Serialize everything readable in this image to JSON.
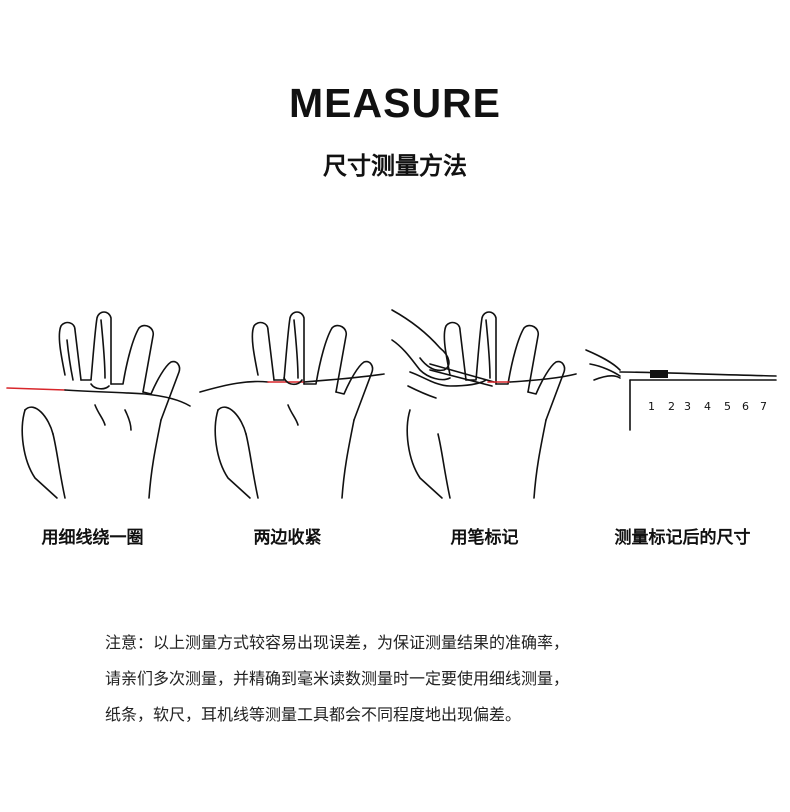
{
  "header": {
    "title": "MEASURE",
    "subtitle": "尺寸测量方法"
  },
  "steps": [
    {
      "label": "用细线绕一圈",
      "icon": "hand-string-wrap-icon"
    },
    {
      "label": "两边收紧",
      "icon": "hand-string-tighten-icon"
    },
    {
      "label": "用笔标记",
      "icon": "hand-pen-mark-icon"
    },
    {
      "label": "测量标记后的尺寸",
      "icon": "ruler-measure-icon"
    }
  ],
  "ruler": {
    "ticks": [
      "1",
      "2",
      "3",
      "4",
      "5",
      "6",
      "7"
    ]
  },
  "note": {
    "lines": [
      "注意：以上测量方式较容易出现误差，为保证测量结果的准确率，",
      "请亲们多次测量，并精确到毫米读数测量时一定要使用细线测量，",
      "纸条，软尺，耳机线等测量工具都会不同程度地出现偏差。"
    ]
  },
  "colors": {
    "ink": "#111111",
    "accent_red": "#d8262b"
  }
}
